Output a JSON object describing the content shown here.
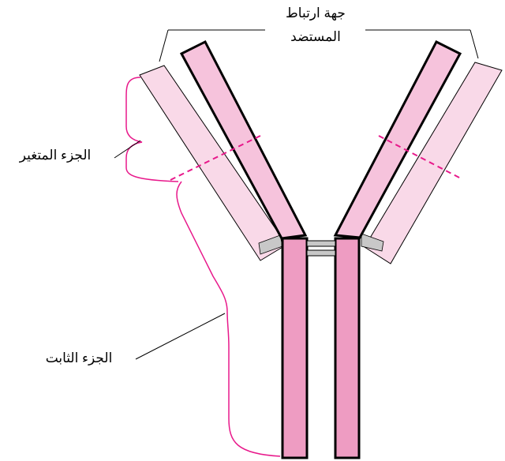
{
  "labels": {
    "antigen_site_line1": "جهة ارتباط",
    "antigen_site_line2": "المستضد",
    "variable_region": "الجزء المتغير",
    "constant_region": "الجزء الثابت"
  },
  "colors": {
    "light_chain": "#f9d9e8",
    "heavy_chain_arm": "#f6c3dc",
    "heavy_chain_stem": "#ee9cc2",
    "disulfide_bond": "#c8c8c8",
    "region_divider": "#e8198b",
    "bracket": "#e8198b",
    "outline": "#000000"
  }
}
